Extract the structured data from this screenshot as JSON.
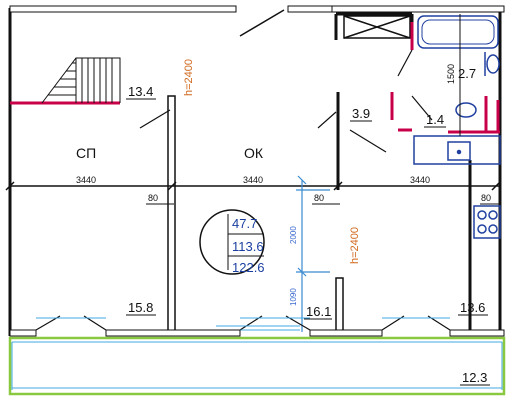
{
  "colors": {
    "wall": "#111111",
    "magenta": "#c8004a",
    "dimension_blue": "#3a8ad0",
    "label_orange": "#d2691e",
    "fixture_blue": "#2040a0",
    "balcony_green": "#8ac840",
    "window_cyan": "#40a8e0"
  },
  "icons": [
    "stair-icon",
    "bathtub-icon",
    "toilet-icon",
    "sink-icon",
    "stove-icon",
    "door-swing-icon"
  ],
  "rooms": {
    "stair_hall": "13.4",
    "bath": "2.7",
    "toilet": "1.4",
    "closet": "3.9",
    "bedroom": "15.8",
    "living": "16.1",
    "kitchen": "13.6",
    "balcony": "12.3"
  },
  "room_codes": {
    "sp": "СП",
    "ok": "ОК"
  },
  "ceiling_heights": {
    "upper": "h=2400",
    "lower": "h=2400"
  },
  "dimensions": {
    "span_left": "3440",
    "span_middle": "3440",
    "span_right": "3440",
    "wall_a": "80",
    "wall_b": "80",
    "wall_c": "80",
    "vertical_1": "2000",
    "vertical_2": "1090",
    "bath_height": "1500"
  },
  "area_summary": {
    "living": "47.7",
    "total": "113.6",
    "total_with_balcony": "122.6"
  }
}
